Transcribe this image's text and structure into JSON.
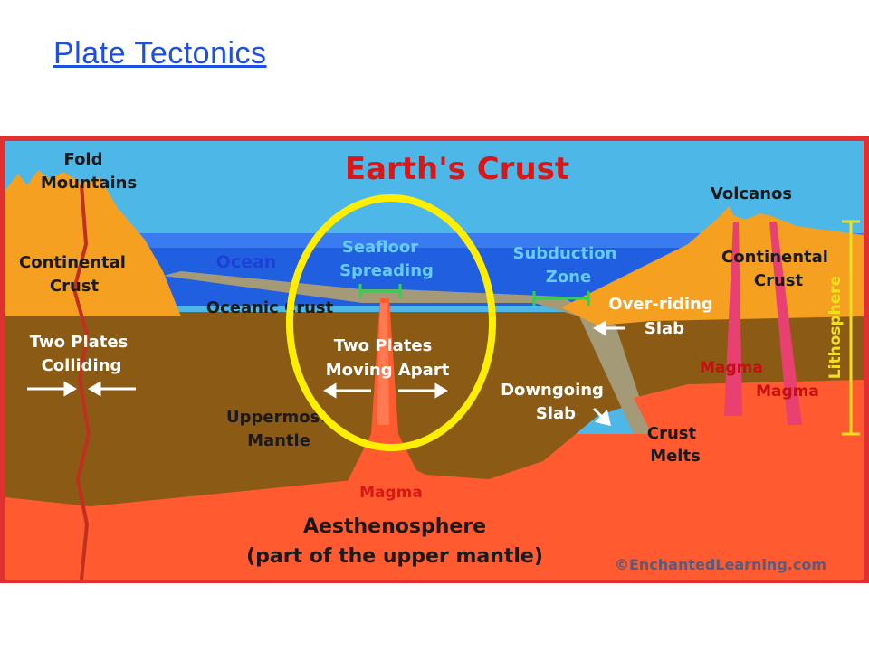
{
  "page": {
    "title_link": "Plate Tectonics"
  },
  "diagram": {
    "title": "Earth's Crust",
    "labels": {
      "fold_mountains_1": "Fold",
      "fold_mountains_2": "Mountains",
      "continental_crust_left_1": "Continental",
      "continental_crust_left_2": "Crust",
      "ocean": "Ocean",
      "seafloor_1": "Seafloor",
      "seafloor_2": "Spreading",
      "subduction_1": "Subduction",
      "subduction_2": "Zone",
      "volcanos": "Volcanos",
      "continental_crust_right_1": "Continental",
      "continental_crust_right_2": "Crust",
      "oceanic_crust": "Oceanic Crust",
      "overriding_1": "Over-riding",
      "overriding_2": "Slab",
      "two_plates_colliding_1": "Two Plates",
      "two_plates_colliding_2": "Colliding",
      "two_plates_apart_1": "Two Plates",
      "two_plates_apart_2": "Moving Apart",
      "magma_right_1": "Magma",
      "magma_right_2": "Magma",
      "lithosphere": "Lithosphere",
      "downgoing_1": "Downgoing",
      "downgoing_2": "Slab",
      "uppermost_1": "Uppermost",
      "uppermost_2": "Mantle",
      "crust_melts_1": "Crust",
      "crust_melts_2": "Melts",
      "magma_center": "Magma",
      "aesthenosphere_1": "Aesthenosphere",
      "aesthenosphere_2": "(part of the upper mantle)",
      "copyright": "©EnchantedLearning.com"
    }
  },
  "colors": {
    "sky": "#4db8e8",
    "ocean": "#2060e0",
    "continental": "#f5a020",
    "mantle": "#8b5a14",
    "magma": "#ff5a30",
    "highlight_circle": "#ffee00"
  }
}
